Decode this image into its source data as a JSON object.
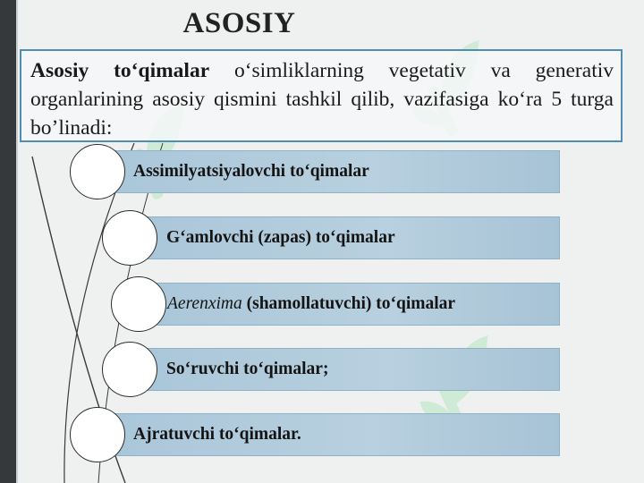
{
  "slide": {
    "title": "ASOSIY",
    "intro": {
      "bold_lead": "Asosiy to‘qimalar",
      "text": " o‘simliklarning vegetativ va generativ organlarining asosiy qismini tashkil qilib, vazifasiga ko‘ra 5 turga bo’linadi:"
    },
    "items": [
      {
        "label": "Assimilyatsiyalovchi to‘qimalar"
      },
      {
        "label": "G‘amlovchi (zapas) to‘qimalar"
      },
      {
        "italic_part": "Aerenxima",
        "label": " (shamollatuvchi) to‘qimalar"
      },
      {
        "label": "So‘ruvchi to‘qimalar;"
      },
      {
        "label": "Ajratuvchi to‘qimalar."
      }
    ]
  },
  "colors": {
    "left_strip": "#35393c",
    "box_border": "#4f8eb1",
    "bar_fill": "#b2cbdc",
    "circle_fill": "#ffffff",
    "watermark": "#a8e3b3"
  },
  "watermark_icons": [
    "leaf-logo-icon",
    "leaf-logo-icon",
    "leaf-logo-icon"
  ]
}
